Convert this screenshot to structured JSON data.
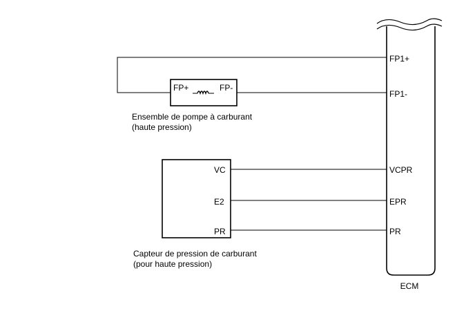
{
  "ecm": {
    "label": "ECM",
    "pins": {
      "fp1_plus": "FP1+",
      "fp1_minus": "FP1-",
      "vcpr": "VCPR",
      "epr": "EPR",
      "pr": "PR"
    }
  },
  "fuel_pump": {
    "pin_plus": "FP+",
    "pin_minus": "FP-",
    "caption_line1": "Ensemble de pompe à carburant",
    "caption_line2": "(haute pression)"
  },
  "pressure_sensor": {
    "pin_vc": "VC",
    "pin_e2": "E2",
    "pin_pr": "PR",
    "caption_line1": "Capteur de pression de carburant",
    "caption_line2": "(pour haute pression)"
  },
  "colors": {
    "line": "#000000",
    "background": "#ffffff"
  }
}
